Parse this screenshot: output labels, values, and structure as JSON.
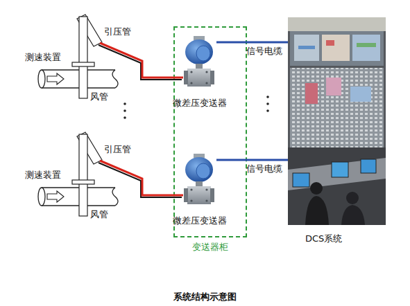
{
  "diagram": {
    "caption": "系统结构示意图",
    "nodes": [
      {
        "text": [
          "测速装置"
        ]
      },
      {
        "text": [
          "风管"
        ]
      },
      {
        "text": [
          "测速装置"
        ]
      },
      {
        "text": [
          "风管"
        ]
      },
      {
        "text": [
          "变送器柜"
        ]
      },
      {
        "text": [
          "微差压变送器"
        ],
        "in": 4
      },
      {
        "text": [
          "微差压变送器"
        ],
        "in": 4
      },
      {
        "text": [
          "DCS系统"
        ]
      }
    ],
    "edges": [
      {
        "from": 0,
        "to": 5,
        "arrow": "none",
        "label": "引压管"
      },
      {
        "from": 5,
        "to": 7,
        "arrow": "none",
        "label": "信号电缆"
      },
      {
        "from": 2,
        "to": 6,
        "arrow": "none",
        "label": "引压管"
      },
      {
        "from": 6,
        "to": 7,
        "arrow": "none",
        "label": "信号电缆"
      }
    ]
  }
}
